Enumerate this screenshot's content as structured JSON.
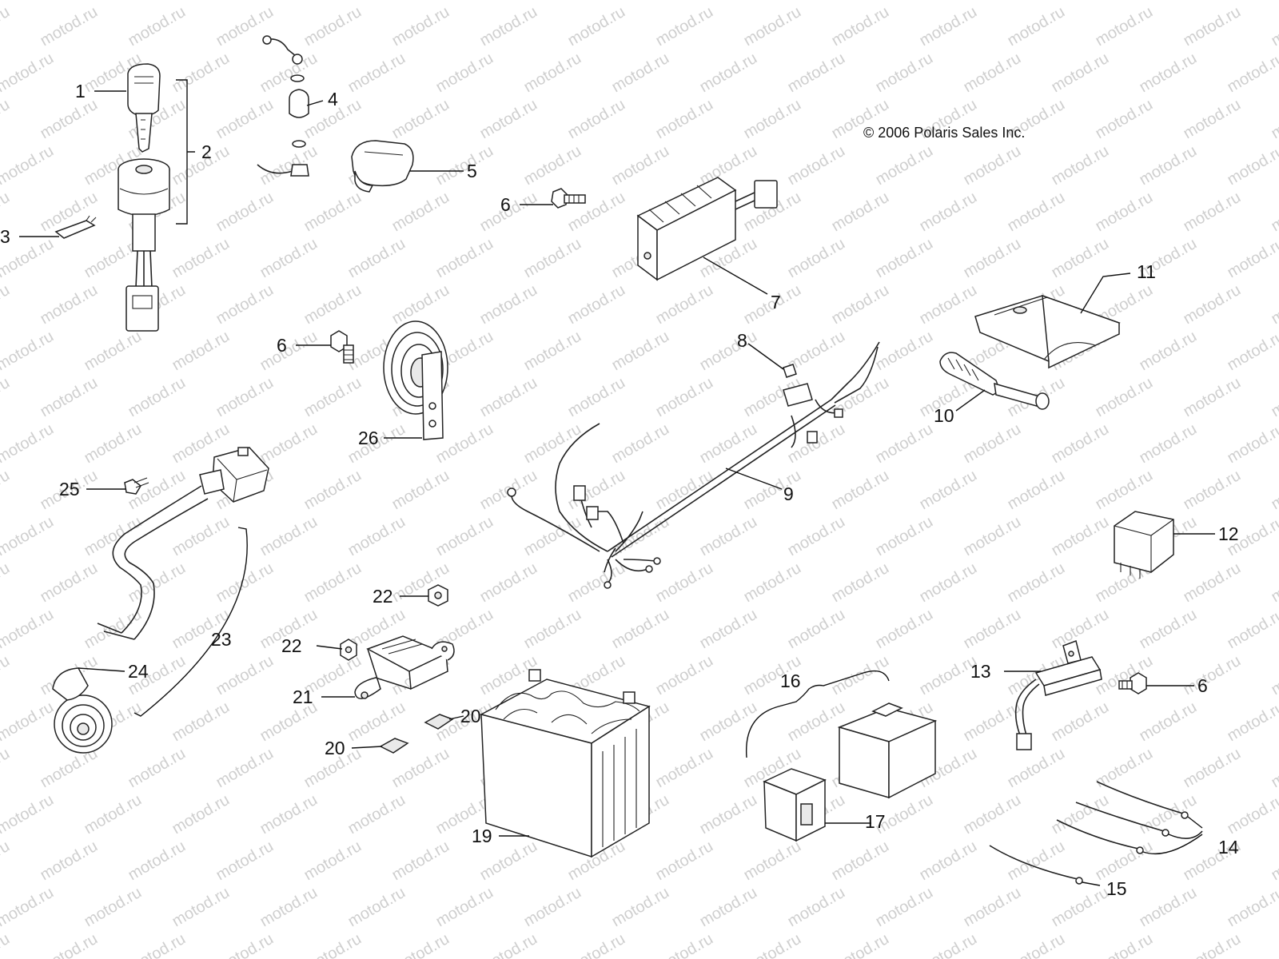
{
  "copyright": "© 2006 Polaris Sales Inc.",
  "watermark": "motod.ru",
  "labels": {
    "p1": "1",
    "p2": "2",
    "p3": "3",
    "p4": "4",
    "p5": "5",
    "p6a": "6",
    "p6b": "6",
    "p6c": "6",
    "p7": "7",
    "p8": "8",
    "p9": "9",
    "p10": "10",
    "p11": "11",
    "p12": "12",
    "p13": "13",
    "p14": "14",
    "p15": "15",
    "p16": "16",
    "p17": "17",
    "p19": "19",
    "p20a": "20",
    "p20b": "20",
    "p21": "21",
    "p22a": "22",
    "p22b": "22",
    "p23": "23",
    "p24": "24",
    "p25": "25",
    "p26": "26"
  }
}
